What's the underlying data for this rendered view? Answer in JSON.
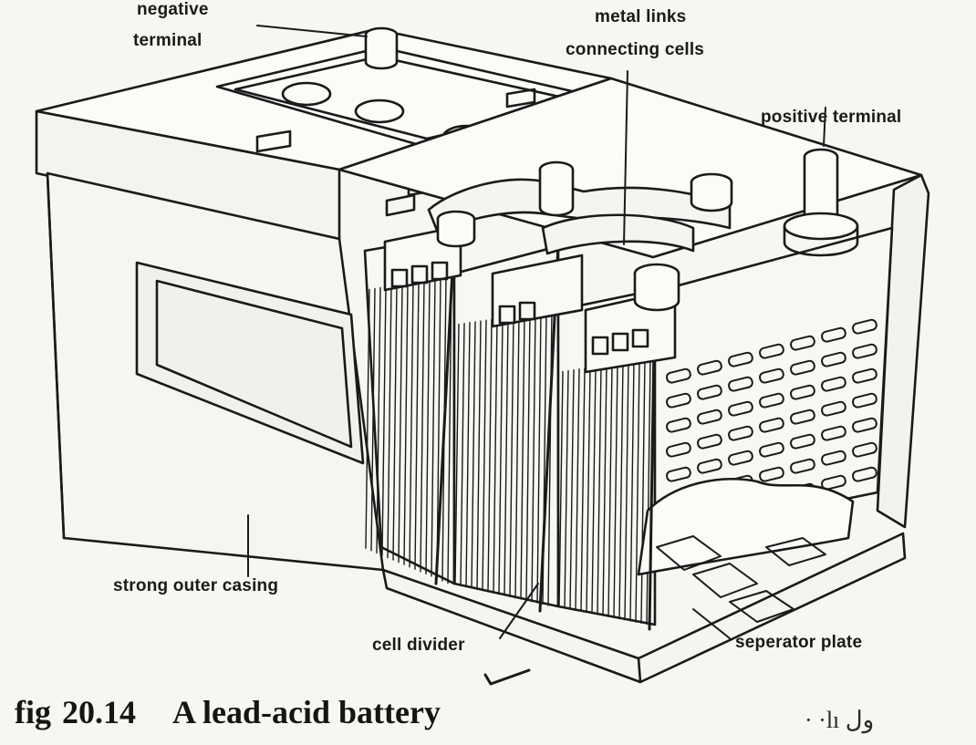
{
  "labels": {
    "negative_terminal": [
      "negative",
      "terminal"
    ],
    "metal_links": [
      "metal links",
      "connecting cells"
    ],
    "positive_terminal": "positive terminal",
    "outer_casing": "strong outer casing",
    "cell_divider": "cell divider",
    "separator_plate": "seperator plate"
  },
  "caption": {
    "fig": "fig",
    "number": "20.14",
    "title": "A lead-acid battery"
  },
  "marginalia": "· ·lı ول"
}
